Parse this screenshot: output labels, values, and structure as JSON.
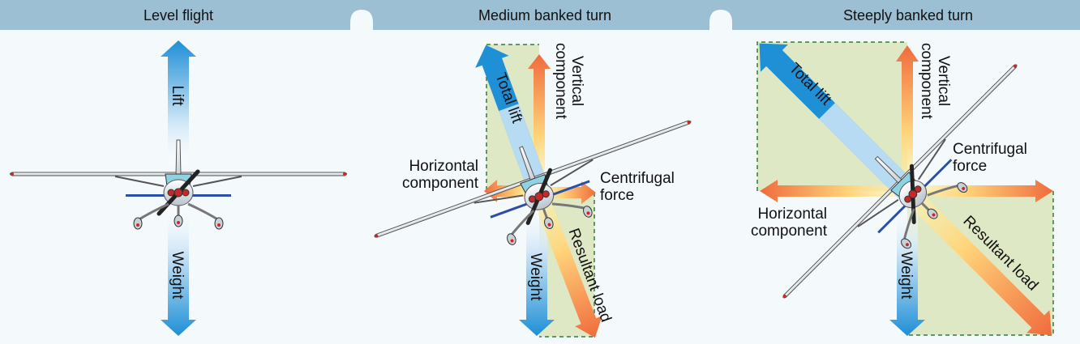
{
  "headers": {
    "level": "Level flight",
    "medium": "Medium banked turn",
    "steep": "Steeply banked turn"
  },
  "level": {
    "lift": "Lift",
    "weight": "Weight"
  },
  "medium": {
    "total_lift": "Total lift",
    "vertical_1": "Vertical",
    "vertical_2": "component",
    "horizontal_1": "Horizontal",
    "horizontal_2": "component",
    "centrifugal_1": "Centrifugal",
    "centrifugal_2": "force",
    "resultant": "Resultant load",
    "weight": "Weight"
  },
  "steep": {
    "total_lift": "Total lift",
    "vertical_1": "Vertical",
    "vertical_2": "component",
    "horizontal_1": "Horizontal",
    "horizontal_2": "component",
    "centrifugal_1": "Centrifugal",
    "centrifugal_2": "force",
    "resultant": "Resultant load",
    "weight": "Weight"
  },
  "colors": {
    "header_bg": "#9dbfd3",
    "panel_bg": "#f4f9fc",
    "parallelogram_fill": "#dfe8c4",
    "dashed_line": "#2f7d3a",
    "blue_arrow": "#1f8fd6",
    "orange_arrow": "#f06b3c",
    "airplane_accent": "#c52a2a"
  }
}
